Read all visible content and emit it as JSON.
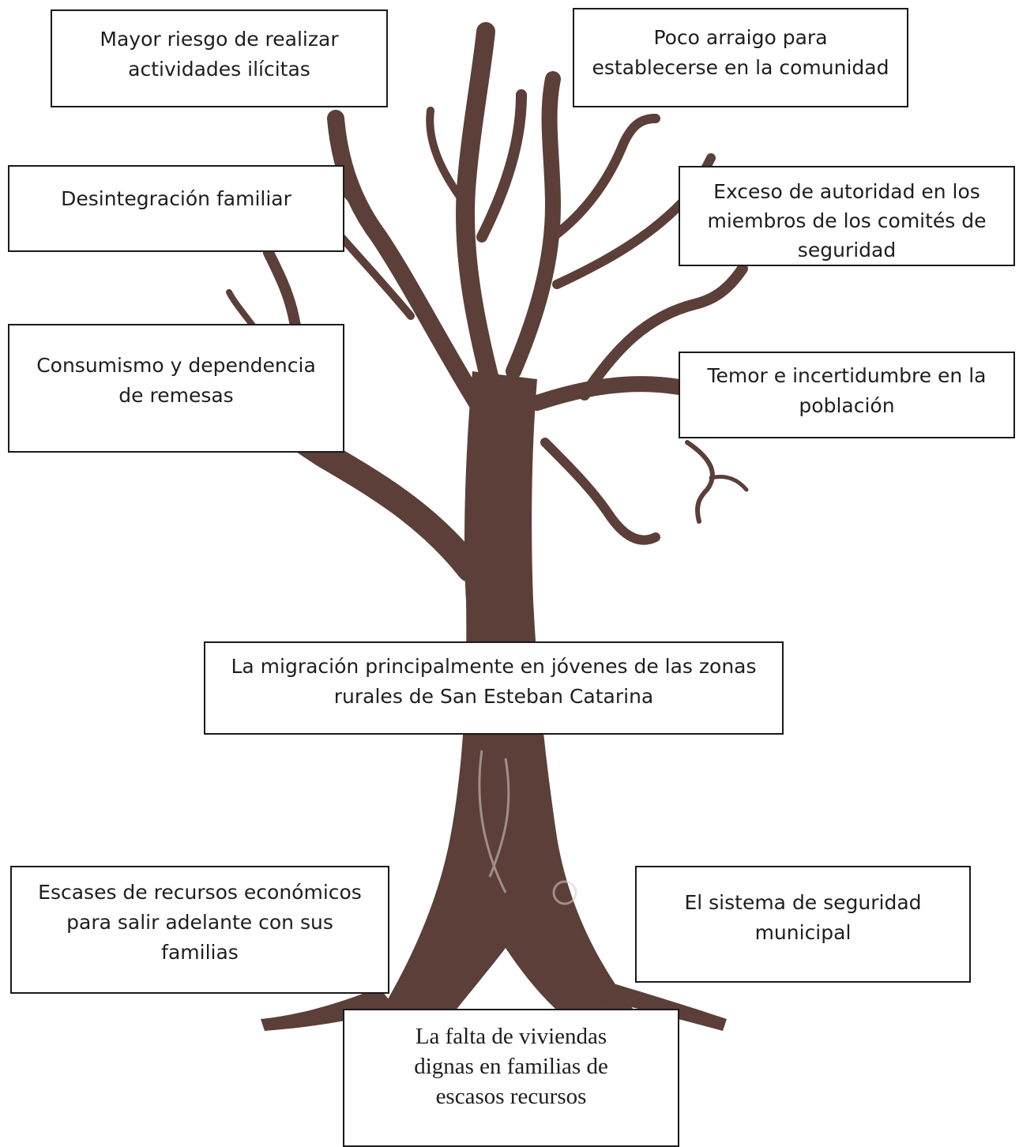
{
  "colors": {
    "trunk": "#5b3f38",
    "box_border": "#1a1a1a",
    "box_fill": "#ffffff",
    "text": "#1e1e1e"
  },
  "effects": [
    {
      "lines": [
        "Mayor riesgo  de realizar",
        "actividades ilícitas"
      ]
    },
    {
      "lines": [
        "Poco arraigo para",
        "establecerse en la comunidad"
      ]
    },
    {
      "lines": [
        "Desintegración familiar"
      ]
    },
    {
      "lines": [
        "Exceso de autoridad en los",
        "miembros de los comités de",
        "seguridad"
      ]
    },
    {
      "lines": [
        "Consumismo y dependencia",
        "de remesas"
      ]
    },
    {
      "lines": [
        "Temor e incertidumbre en la",
        "población"
      ]
    }
  ],
  "problem": {
    "lines": [
      "La migración principalmente en jóvenes de las zonas",
      "rurales de San Esteban Catarina"
    ]
  },
  "causes": [
    {
      "lines": [
        "Escases de recursos económicos",
        "para salir adelante con sus",
        "familias"
      ]
    },
    {
      "lines": [
        "El sistema de seguridad",
        "municipal"
      ]
    },
    {
      "lines": [
        "La falta de viviendas",
        "dignas en familias de",
        "escasos recursos"
      ]
    }
  ]
}
